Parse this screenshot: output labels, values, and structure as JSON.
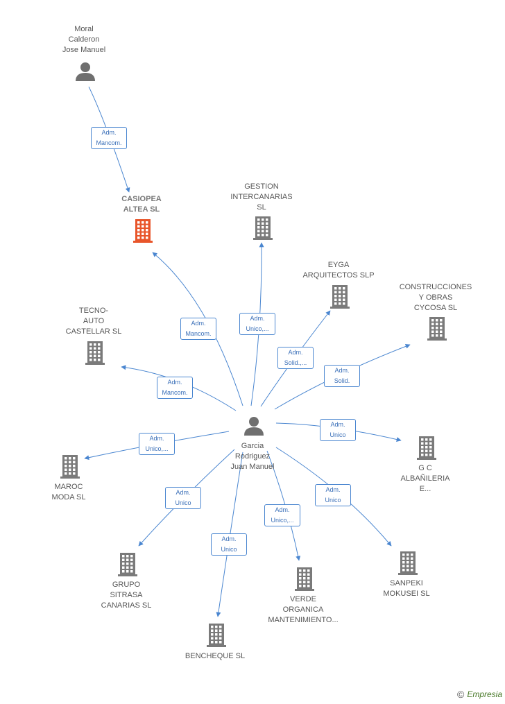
{
  "colors": {
    "edge": "#4a86d0",
    "building": "#7a7a7a",
    "focus_building": "#e8552a",
    "person": "#6f6f6f"
  },
  "nodes": [
    {
      "id": "moral",
      "type": "person",
      "label": "Moral\nCalderon\nJose Manuel"
    },
    {
      "id": "casiopea",
      "type": "company",
      "focus": true,
      "label": "CASIOPEA\nALTEA  SL"
    },
    {
      "id": "gestion",
      "type": "company",
      "label": "GESTION\nINTERCANARIAS\nSL"
    },
    {
      "id": "eyga",
      "type": "company",
      "label": "EYGA\nARQUITECTOS SLP"
    },
    {
      "id": "construcciones",
      "type": "company",
      "label": "CONSTRUCCIONES\nY OBRAS\nCYCOSA  SL"
    },
    {
      "id": "tecno",
      "type": "company",
      "label": "TECNO-\nAUTO\nCASTELLAR  SL"
    },
    {
      "id": "garcia",
      "type": "person",
      "label": "Garcia\nRodriguez\nJuan Manuel"
    },
    {
      "id": "maroc",
      "type": "company",
      "label": "MAROC\nMODA SL"
    },
    {
      "id": "gc",
      "type": "company",
      "label": "G C\nALBAÑILERIA\nE..."
    },
    {
      "id": "grupo",
      "type": "company",
      "label": "GRUPO\nSITRASA\nCANARIAS  SL"
    },
    {
      "id": "verde",
      "type": "company",
      "label": "VERDE\nORGANICA\nMANTENIMIENTO..."
    },
    {
      "id": "sanpeki",
      "type": "company",
      "label": "SANPEKI\nMOKUSEI  SL"
    },
    {
      "id": "bencheque",
      "type": "company",
      "label": "BENCHEQUE SL"
    }
  ],
  "edges": [
    {
      "from": "moral",
      "to": "casiopea",
      "label": "Adm.\nMancom."
    },
    {
      "from": "garcia",
      "to": "casiopea",
      "label": "Adm.\nMancom."
    },
    {
      "from": "garcia",
      "to": "gestion",
      "label": "Adm.\nUnico,..."
    },
    {
      "from": "garcia",
      "to": "eyga",
      "label": "Adm.\nSolid.,..."
    },
    {
      "from": "garcia",
      "to": "construcciones",
      "label": "Adm.\nSolid."
    },
    {
      "from": "garcia",
      "to": "tecno",
      "label": "Adm.\nMancom."
    },
    {
      "from": "garcia",
      "to": "maroc",
      "label": "Adm.\nUnico,..."
    },
    {
      "from": "garcia",
      "to": "gc",
      "label": "Adm.\nUnico"
    },
    {
      "from": "garcia",
      "to": "grupo",
      "label": "Adm.\nUnico"
    },
    {
      "from": "garcia",
      "to": "verde",
      "label": "Adm.\nUnico,..."
    },
    {
      "from": "garcia",
      "to": "sanpeki",
      "label": "Adm.\nUnico"
    },
    {
      "from": "garcia",
      "to": "bencheque",
      "label": "Adm.\nUnico"
    }
  ],
  "footer": {
    "copyright": "©",
    "brand": "Empresia"
  }
}
